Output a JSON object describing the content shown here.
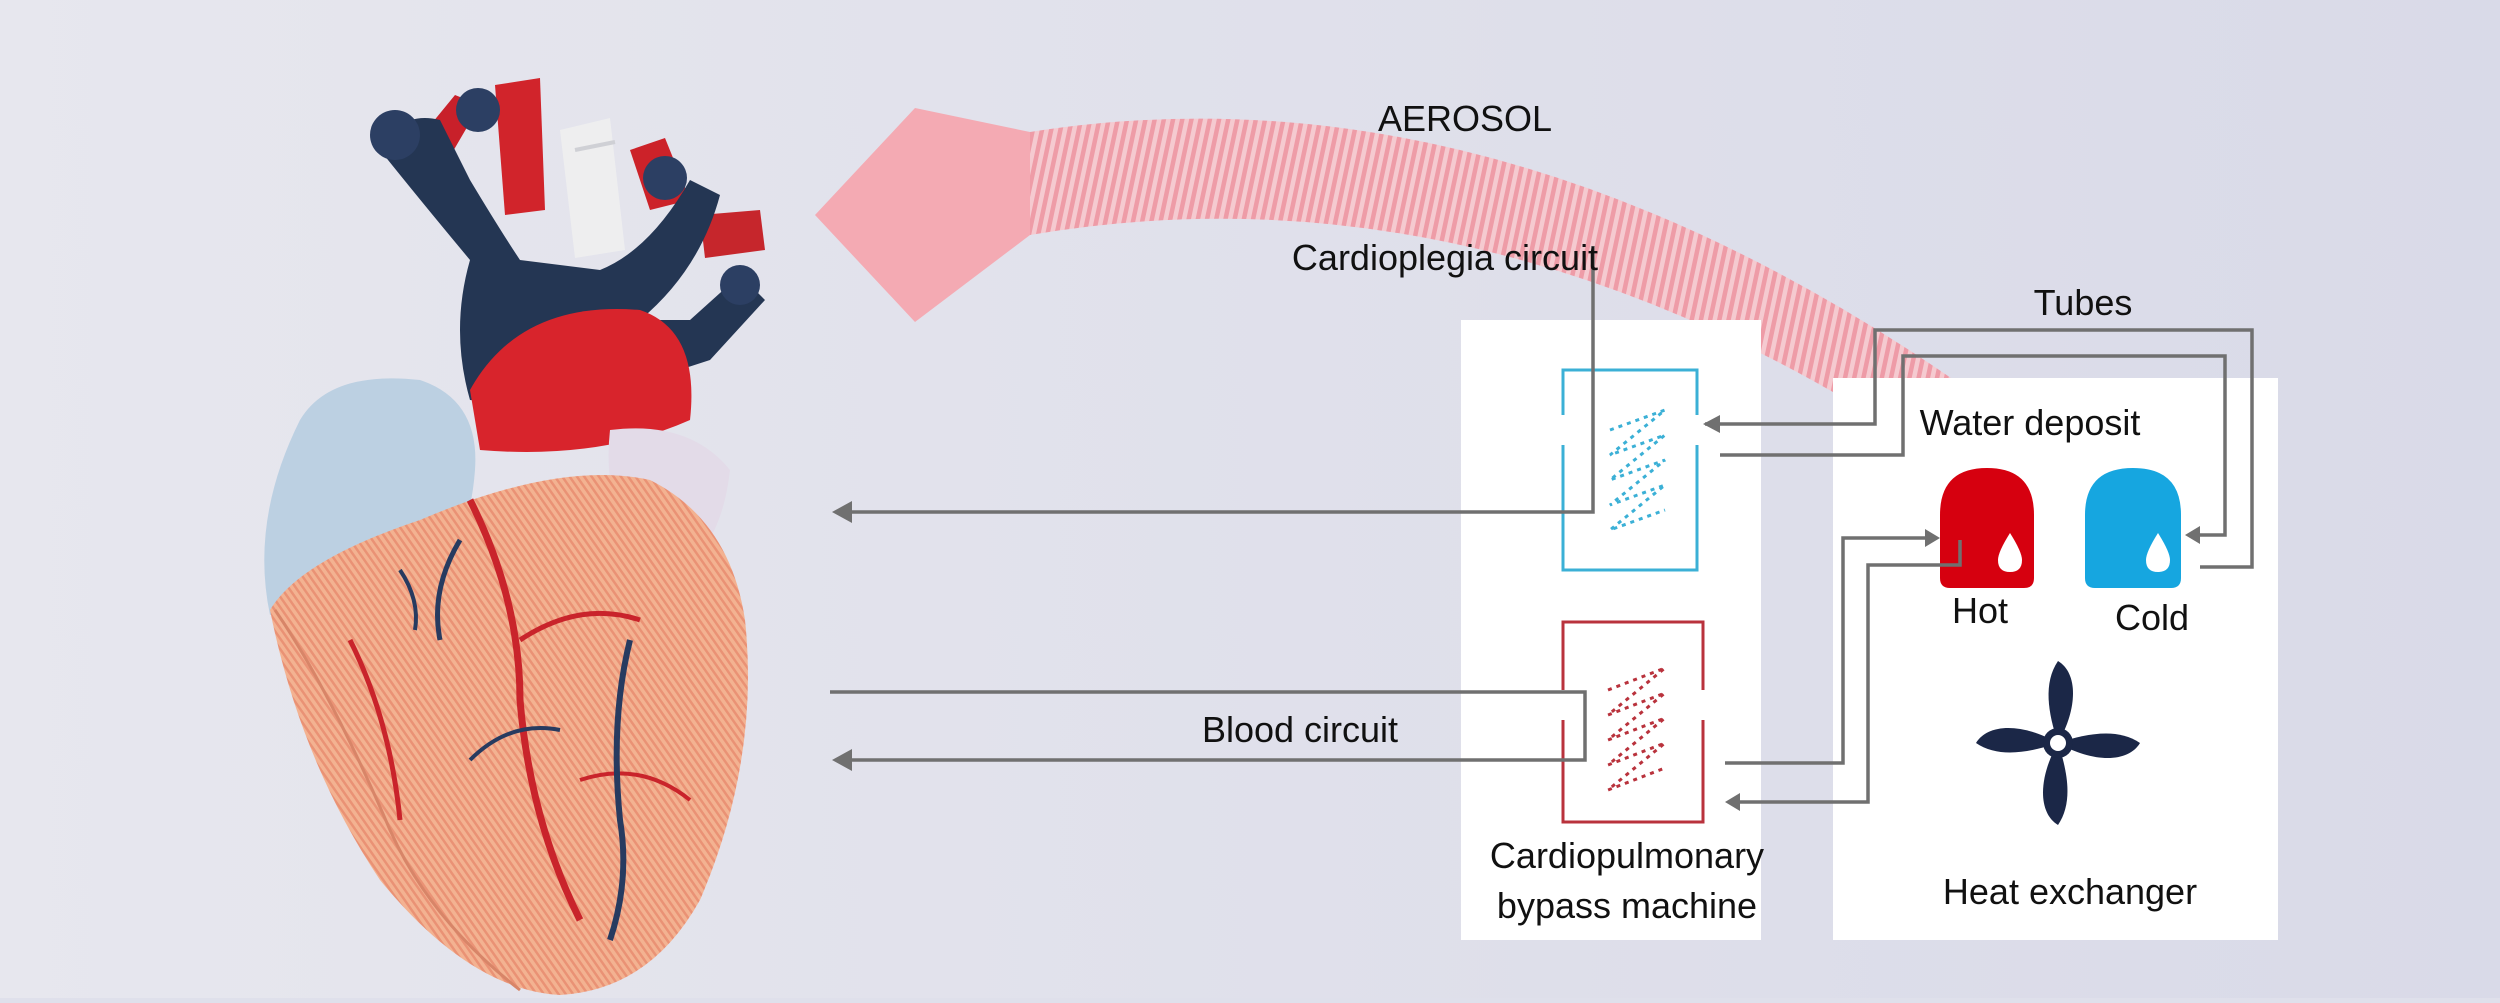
{
  "labels": {
    "aerosol": "AEROSOL",
    "cardioplegia_circuit": "Cardioplegia circuit",
    "tubes": "Tubes",
    "water_deposit": "Water deposit",
    "hot": "Hot",
    "cold": "Cold",
    "blood_circuit": "Blood circuit",
    "cpb_line1": "Cardiopulmonary",
    "cpb_line2": "bypass machine",
    "heat_exchanger": "Heat exchanger"
  },
  "colors": {
    "background": "#dfe0eb",
    "aerosol_arrow": "#f2a3ad",
    "hot_tank": "#d6000f",
    "cold_tank": "#16a6e0",
    "cardioplegia_coil": "#3bb0d6",
    "blood_coil": "#b9323c",
    "fan": "#1b2747",
    "connector": "#707070"
  },
  "icons": {
    "heart_model": "heart-model-icon",
    "fan": "fan-icon",
    "water_drop": "water-drop-icon"
  }
}
